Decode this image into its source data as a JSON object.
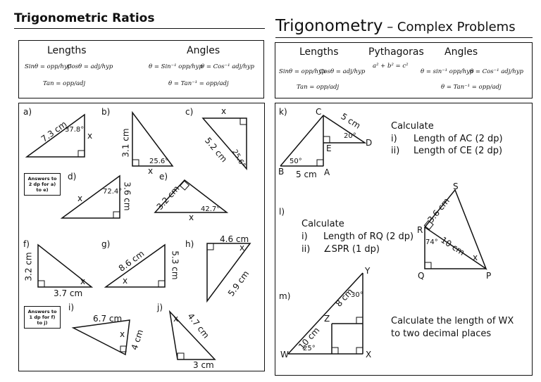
{
  "left": {
    "title": "Trigonometric Ratios",
    "formula": {
      "lengths_heading": "Lengths",
      "angles_heading": "Angles",
      "sin": "Sinθ = opp/hyp",
      "cos": "Cosθ = adj/hyp",
      "tan": "Tan = opp/adj",
      "asin": "θ = Sin⁻¹ opp/hyp",
      "acos": "θ = Cos⁻¹ adj/hyp",
      "atan": "θ = Tan⁻¹ = opp/adj"
    },
    "problems": {
      "a": {
        "label": "a)",
        "hyp": "7.3 cm",
        "angle": "37.8°",
        "unknown": "x"
      },
      "b": {
        "label": "b)",
        "side": "3.1 cm",
        "angle": "25.6°",
        "unknown": "x"
      },
      "c": {
        "label": "c)",
        "unknown": "x",
        "side": "5.2 cm",
        "angle": "25.6°"
      },
      "d": {
        "label": "d)",
        "angle": "72.4°",
        "side": "3.6 cm",
        "unknown": "x"
      },
      "e": {
        "label": "e)",
        "side": "3.2 cm",
        "angle": "42.7°",
        "unknown": "x"
      },
      "f": {
        "label": "f)",
        "side1": "3.2 cm",
        "side2": "3.7 cm",
        "unknown": "x"
      },
      "g": {
        "label": "g)",
        "hyp": "8.6 cm",
        "side": "5.3 cm",
        "unknown": "x"
      },
      "h": {
        "label": "h)",
        "side": "4.6 cm",
        "hyp": "5.9 cm",
        "unknown": "x"
      },
      "i": {
        "label": "i)",
        "side1": "6.7 cm",
        "side2": "4 cm",
        "unknown": "x"
      },
      "j": {
        "label": "j)",
        "side1": "4.7 cm",
        "side2": "3 cm",
        "unknown": "x"
      }
    },
    "note1": "Answers to 2 dp for a) to e)",
    "note2": "Answers to 1 dp for f) to j)"
  },
  "right": {
    "title": "Trigonometry",
    "subtitle": " – Complex Problems",
    "formula": {
      "lengths_heading": "Lengths",
      "pyth_heading": "Pythagoras",
      "angles_heading": "Angles",
      "sin": "Sinθ = opp/hyp",
      "cos": "Cosθ = adj/hyp",
      "tan": "Tan = opp/adj",
      "pyth": "a² + b² = c²",
      "asin": "θ = sin⁻¹ opp/hyp",
      "acos": "θ = Cos⁻¹ adj/hyp",
      "atan": "θ = Tan⁻¹ = opp/adj"
    },
    "k": {
      "label": "k)",
      "C": "C",
      "D": "D",
      "E": "E",
      "B": "B",
      "A": "A",
      "cd": "5 cm",
      "angle_d": "20°",
      "angle_b": "50°",
      "ba": "5 cm",
      "calc": "Calculate",
      "i_num": "i)",
      "i_text": "Length of AC (2 dp)",
      "ii_num": "ii)",
      "ii_text": "Length of CE (2 dp)"
    },
    "l": {
      "label": "l)",
      "calc": "Calculate",
      "i_num": "i)",
      "i_text": "Length of RQ (2 dp)",
      "ii_num": "ii)",
      "ii_text": "∠SPR (1 dp)",
      "S": "S",
      "R": "R",
      "Q": "Q",
      "P": "P",
      "rs": "3.6 cm",
      "rp": "10 cm",
      "angle_r": "74°",
      "unknown": "x"
    },
    "m": {
      "label": "m)",
      "Y": "Y",
      "Z": "Z",
      "W": "W",
      "X": "X",
      "zy": "8 cm",
      "wz": "10 cm",
      "angle_y": "30°",
      "angle_w": "25°",
      "text1": "Calculate the length of WX",
      "text2": "to two decimal places"
    }
  }
}
